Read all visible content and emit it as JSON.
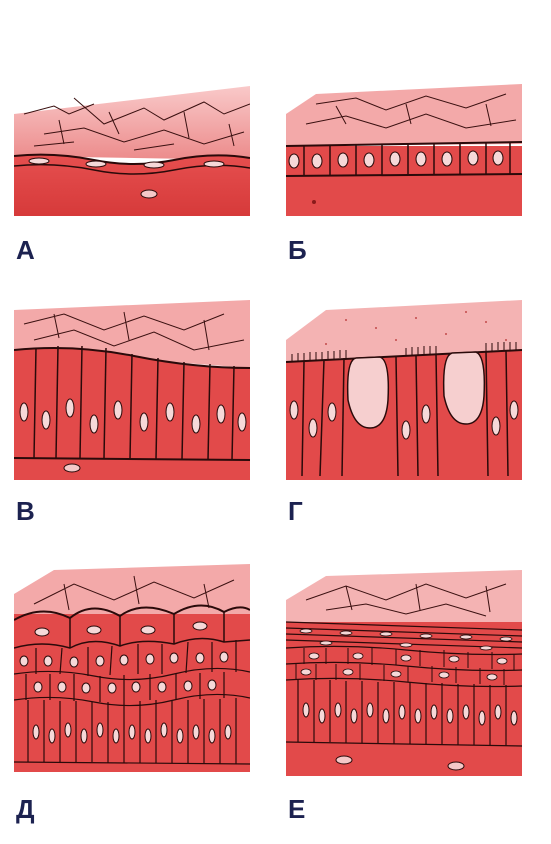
{
  "panels": [
    {
      "id": "A",
      "label": "А"
    },
    {
      "id": "B",
      "label": "Б"
    },
    {
      "id": "V",
      "label": "В"
    },
    {
      "id": "G",
      "label": "Г"
    },
    {
      "id": "D",
      "label": "Д"
    },
    {
      "id": "E",
      "label": "Е"
    }
  ],
  "colors": {
    "tissue": "#e24a4a",
    "tissue_dark": "#c92a33",
    "surface": "#f2a0a0",
    "surface_light": "#f8c8c8",
    "cell_line": "#2a0a0a",
    "nucleus": "#f6d8d8"
  }
}
